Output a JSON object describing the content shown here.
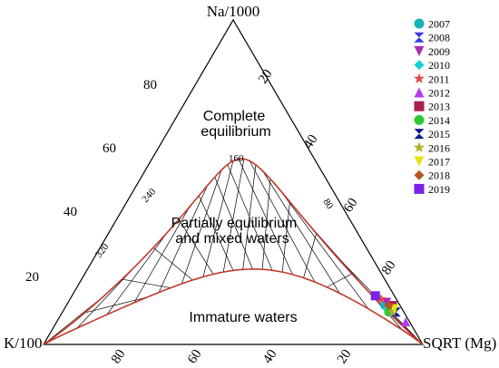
{
  "chart_data": {
    "type": "scatter",
    "diagram": "ternary",
    "corners": {
      "top": "Na/1000",
      "left": "K/100",
      "right": "SQRT (Mg)"
    },
    "left_edge_ticks": [
      "20",
      "40",
      "60",
      "80"
    ],
    "right_edge_ticks": [
      "20",
      "40",
      "60",
      "80"
    ],
    "bottom_edge_ticks": [
      "80",
      "60",
      "40",
      "20"
    ],
    "regions": [
      {
        "name": "Complete equilibrium",
        "lines": [
          "Complete",
          "equilibrium"
        ]
      },
      {
        "name": "Partially equilibrium and mixed waters",
        "lines": [
          "Partially equilibrium",
          "and mixed waters"
        ]
      },
      {
        "name": "Immature waters",
        "lines": [
          "Immature waters"
        ]
      }
    ],
    "isotherm_labels": [
      "160",
      "240",
      "320",
      "80"
    ],
    "legend_position": "top-right",
    "series": [
      {
        "name": "2007",
        "marker": "circle",
        "color": "#14b3b8",
        "points": [
          {
            "na": 12,
            "k": 4,
            "mg": 84
          }
        ]
      },
      {
        "name": "2008",
        "marker": "hourglass",
        "color": "#3b36e0",
        "points": [
          {
            "na": 11,
            "k": 3,
            "mg": 86
          }
        ]
      },
      {
        "name": "2009",
        "marker": "triangle-down",
        "color": "#b02ab8",
        "points": [
          {
            "na": 13,
            "k": 3,
            "mg": 84
          }
        ]
      },
      {
        "name": "2010",
        "marker": "diamond",
        "color": "#17d0d6",
        "points": [
          {
            "na": 11,
            "k": 4,
            "mg": 85
          }
        ]
      },
      {
        "name": "2011",
        "marker": "star",
        "color": "#e04848",
        "points": [
          {
            "na": 14,
            "k": 4,
            "mg": 82
          }
        ]
      },
      {
        "name": "2012",
        "marker": "triangle-up",
        "color": "#b63cf0",
        "points": [
          {
            "na": 7,
            "k": 1,
            "mg": 92
          }
        ]
      },
      {
        "name": "2013",
        "marker": "square",
        "color": "#a81f52",
        "points": [
          {
            "na": 12,
            "k": 2,
            "mg": 86
          }
        ]
      },
      {
        "name": "2014",
        "marker": "circle",
        "color": "#2cc83a",
        "points": [
          {
            "na": 10,
            "k": 4,
            "mg": 86
          }
        ]
      },
      {
        "name": "2015",
        "marker": "hourglass",
        "color": "#101b8a",
        "points": [
          {
            "na": 10,
            "k": 2,
            "mg": 88
          }
        ]
      },
      {
        "name": "2016",
        "marker": "star",
        "color": "#a9b02a",
        "points": [
          {
            "na": 10,
            "k": 3,
            "mg": 87
          }
        ]
      },
      {
        "name": "2017",
        "marker": "triangle-down",
        "color": "#e8e41a",
        "points": [
          {
            "na": 11,
            "k": 2,
            "mg": 87
          }
        ]
      },
      {
        "name": "2018",
        "marker": "diamond",
        "color": "#b4561f",
        "points": [
          {
            "na": 12,
            "k": 3,
            "mg": 85
          }
        ]
      },
      {
        "name": "2019",
        "marker": "square",
        "color": "#7a22e8",
        "points": [
          {
            "na": 15,
            "k": 5,
            "mg": 80
          }
        ]
      }
    ]
  }
}
